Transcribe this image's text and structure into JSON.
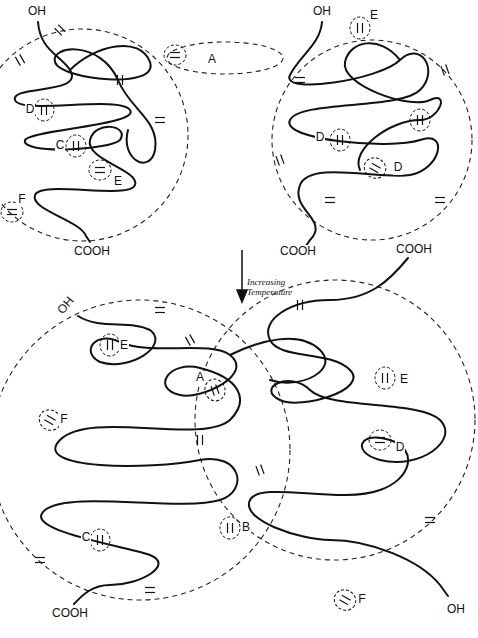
{
  "diagram": {
    "labels": [
      "OH",
      "OH",
      "E",
      "A",
      "D",
      "D",
      "C",
      "D",
      "E",
      "F",
      "COOH",
      "COOH",
      "Increasing Temperature",
      "COOH",
      "OH",
      "E",
      "A",
      "E",
      "F",
      "D",
      "B",
      "C",
      "F",
      "COOH",
      "OH"
    ]
  }
}
